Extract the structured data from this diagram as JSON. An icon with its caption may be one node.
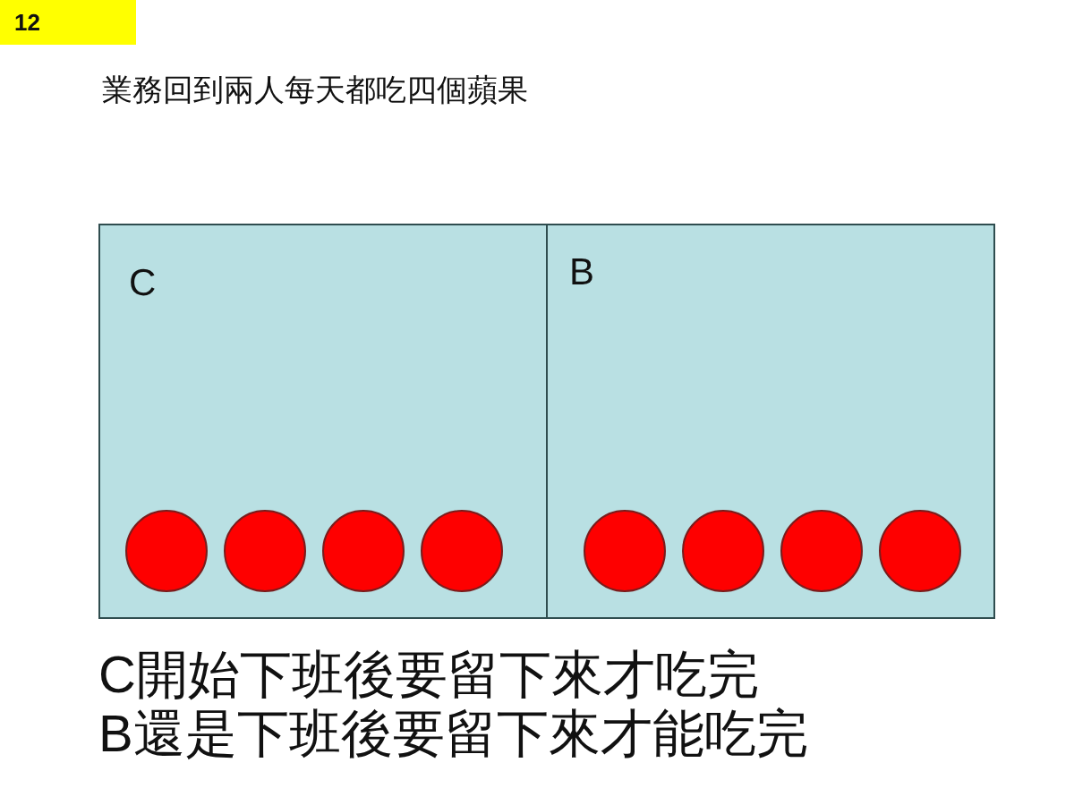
{
  "diagram": {
    "title": "業務回到兩人每天都吃四個蘋果",
    "nodes": [
      {
        "text": [
          "C"
        ]
      },
      {
        "text": [],
        "shape": "circle",
        "in": 0
      },
      {
        "text": [],
        "shape": "circle",
        "in": 0
      },
      {
        "text": [],
        "shape": "circle",
        "in": 0
      },
      {
        "text": [],
        "shape": "circle",
        "in": 0
      },
      {
        "text": [
          "B"
        ]
      },
      {
        "text": [],
        "shape": "circle",
        "in": 5
      },
      {
        "text": [],
        "shape": "circle",
        "in": 5
      },
      {
        "text": [],
        "shape": "circle",
        "in": 5
      },
      {
        "text": [],
        "shape": "circle",
        "in": 5
      }
    ],
    "edges": [],
    "labels": [
      "12",
      "C開始下班後要留下來才吃完",
      "B還是下班後要留下來才能吃完"
    ]
  }
}
